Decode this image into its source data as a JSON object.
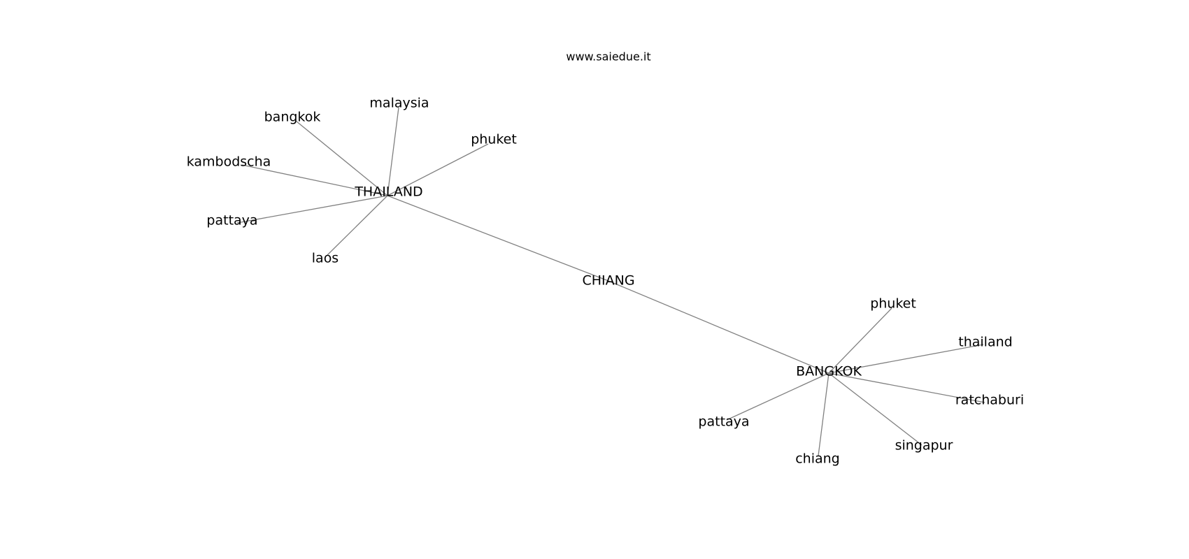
{
  "header": {
    "site": "www.saiedue.it"
  },
  "colors": {
    "edge": "#808080",
    "text": "#000000",
    "background": "#ffffff"
  },
  "graph": {
    "nodes": [
      {
        "id": "thailand_hub",
        "label": "THAILAND"
      },
      {
        "id": "chiang_center",
        "label": "CHIANG"
      },
      {
        "id": "bangkok_hub",
        "label": "BANGKOK"
      },
      {
        "id": "t_bangkok",
        "label": "bangkok"
      },
      {
        "id": "t_malaysia",
        "label": "malaysia"
      },
      {
        "id": "t_phuket",
        "label": "phuket"
      },
      {
        "id": "t_kambodscha",
        "label": "kambodscha"
      },
      {
        "id": "t_pattaya",
        "label": "pattaya"
      },
      {
        "id": "t_laos",
        "label": "laos"
      },
      {
        "id": "b_phuket",
        "label": "phuket"
      },
      {
        "id": "b_thailand",
        "label": "thailand"
      },
      {
        "id": "b_ratchaburi",
        "label": "ratchaburi"
      },
      {
        "id": "b_singapur",
        "label": "singapur"
      },
      {
        "id": "b_chiang",
        "label": "chiang"
      },
      {
        "id": "b_pattaya",
        "label": "pattaya"
      }
    ],
    "edges": [
      [
        "thailand_hub",
        "t_bangkok"
      ],
      [
        "thailand_hub",
        "t_malaysia"
      ],
      [
        "thailand_hub",
        "t_phuket"
      ],
      [
        "thailand_hub",
        "t_kambodscha"
      ],
      [
        "thailand_hub",
        "t_pattaya"
      ],
      [
        "thailand_hub",
        "t_laos"
      ],
      [
        "thailand_hub",
        "chiang_center"
      ],
      [
        "chiang_center",
        "bangkok_hub"
      ],
      [
        "bangkok_hub",
        "b_phuket"
      ],
      [
        "bangkok_hub",
        "b_thailand"
      ],
      [
        "bangkok_hub",
        "b_ratchaburi"
      ],
      [
        "bangkok_hub",
        "b_singapur"
      ],
      [
        "bangkok_hub",
        "b_chiang"
      ],
      [
        "bangkok_hub",
        "b_pattaya"
      ]
    ]
  }
}
